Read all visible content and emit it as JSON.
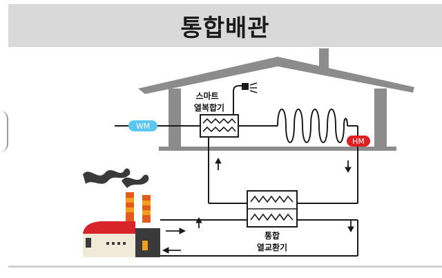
{
  "title": "통합배관",
  "labels": {
    "smart_exchanger_line1": "스마트",
    "smart_exchanger_line2": "열복합기",
    "integrated_exchanger_line1": "통합",
    "integrated_exchanger_line2": "열교환기",
    "wm_meter": "WM",
    "hm_meter": "HM"
  },
  "icons": [
    "house-roof-icon",
    "shower-icon",
    "heat-exchanger-icon",
    "radiator-coil-icon",
    "factory-icon",
    "arrow-icon"
  ],
  "colors": {
    "title_bar": "#d9d9d9",
    "roof": "#8c8c8c",
    "pipe": "#1a1a1a",
    "wm_badge": "#5bc6f0",
    "hm_badge": "#e02020",
    "factory_roof": "#d8242a",
    "factory_wall": "#f1ead7",
    "chimney_stripe": "#f0a020",
    "smoke": "#3a3a3a"
  }
}
